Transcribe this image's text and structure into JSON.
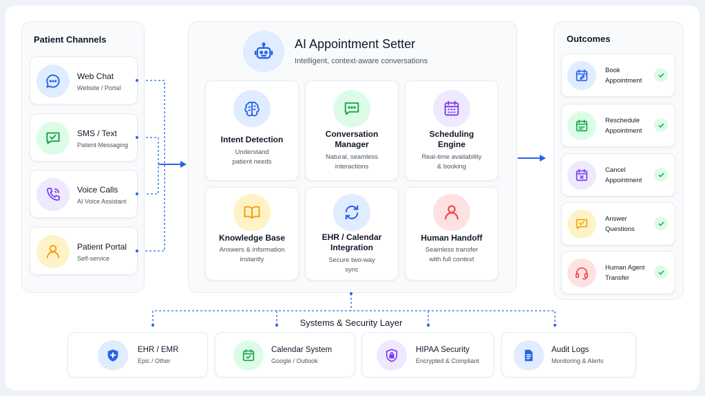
{
  "channels": {
    "title": "Patient Channels",
    "items": [
      {
        "title": "Web Chat",
        "subtitle": "Website / Portal",
        "icon": "chat-bubble-icon"
      },
      {
        "title": "SMS / Text",
        "subtitle": "Patient Messaging",
        "icon": "message-icon"
      },
      {
        "title": "Voice Calls",
        "subtitle": "AI Voice Assistant",
        "icon": "phone-icon"
      },
      {
        "title": "Patient Portal",
        "subtitle": "Self-service",
        "icon": "user-icon"
      }
    ]
  },
  "setter": {
    "title": "AI Appointment Setter",
    "subtitle": "Intelligent, context-aware conversations",
    "icon": "robot-icon",
    "features": [
      {
        "title": "Intent Detection",
        "desc": [
          "Understand",
          "patient needs"
        ],
        "icon": "brain-icon"
      },
      {
        "title": "Conversation Manager",
        "desc": [
          "Natural, seamless",
          "interactions"
        ],
        "icon": "conversation-icon"
      },
      {
        "title": "Scheduling Engine",
        "desc": [
          "Real-time availability",
          "& booking"
        ],
        "icon": "calendar-icon"
      },
      {
        "title": "Knowledge Base",
        "desc": [
          "Answers & information",
          "instantly"
        ],
        "icon": "book-icon"
      },
      {
        "title": "EHR / Calendar Integration",
        "desc": [
          "Secure two-way",
          "sync"
        ],
        "icon": "sync-icon"
      },
      {
        "title": "Human Handoff",
        "desc": [
          "Seamless transfer",
          "with full context"
        ],
        "icon": "person-icon"
      }
    ]
  },
  "outcomes": {
    "title": "Outcomes",
    "items": [
      {
        "label": [
          "Book",
          "Appointment"
        ],
        "icon": "calendar-edit-icon"
      },
      {
        "label": [
          "Reschedule",
          "Appointment"
        ],
        "icon": "calendar-reschedule-icon"
      },
      {
        "label": [
          "Cancel",
          "Appointment"
        ],
        "icon": "calendar-cancel-icon"
      },
      {
        "label": [
          "Answer",
          "Questions"
        ],
        "icon": "question-message-icon"
      },
      {
        "label": [
          "Human Agent",
          "Transfer"
        ],
        "icon": "headset-icon"
      }
    ]
  },
  "systems": {
    "title": "Systems & Security Layer",
    "items": [
      {
        "title": "EHR / EMR",
        "subtitle": "Epic / Other",
        "icon": "shield-plus-icon"
      },
      {
        "title": "Calendar System",
        "subtitle": "Google / Outlook",
        "icon": "calendar-check-icon"
      },
      {
        "title": "HIPAA Security",
        "subtitle": "Encrypted & Compliant",
        "icon": "lock-shield-icon"
      },
      {
        "title": "Audit Logs",
        "subtitle": "Monitoring & Alerts",
        "icon": "document-icon"
      }
    ]
  },
  "colors": {
    "accent": "#2563eb",
    "blue_soft": "#e0ecff",
    "green_soft": "#dcfce7",
    "purple_soft": "#ede9fe",
    "orange_soft": "#fef3c7",
    "red_soft": "#fee2e2"
  }
}
